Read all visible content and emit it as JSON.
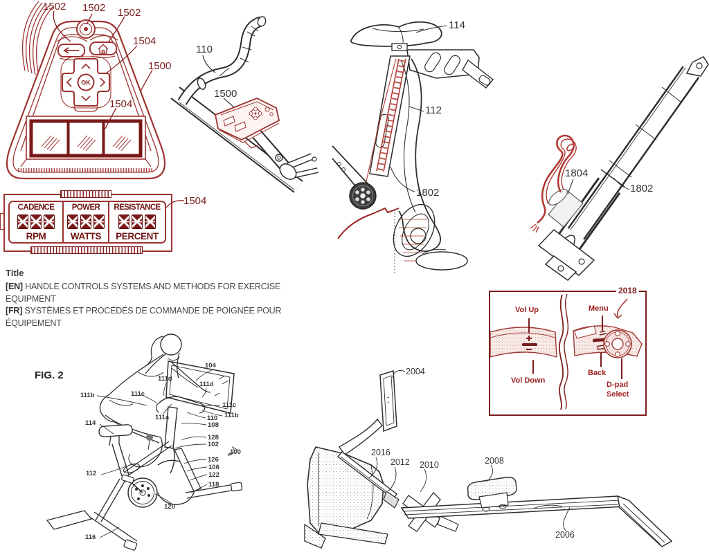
{
  "page": {
    "background": "#ffffff"
  },
  "colors": {
    "red_line": "#9c3330",
    "red_dark": "#7a1f1f",
    "crimson_text": "#a02020",
    "black_line": "#2e2e2e",
    "label_text": "#343434",
    "title_text": "#474747"
  },
  "figures": {
    "controller": {
      "labels": [
        "1502",
        "1502",
        "1502",
        "1504",
        "1500",
        "1504"
      ],
      "ok": "OK"
    },
    "display": {
      "label": "1504",
      "sections": [
        {
          "top": "CADENCE",
          "bottom": "RPM"
        },
        {
          "top": "POWER",
          "bottom": "WATTS"
        },
        {
          "top": "RESISTANCE",
          "bottom": "PERCENT"
        }
      ]
    },
    "handlebar": {
      "labels": [
        "110",
        "1500"
      ]
    },
    "seatpost": {
      "labels": [
        "114",
        "112",
        "1802"
      ]
    },
    "actuator": {
      "labels": [
        "1804",
        "1802"
      ]
    },
    "fig2": {
      "caption": "FIG. 2",
      "labels": [
        "104",
        "111d",
        "111d",
        "111b",
        "111c",
        "111a",
        "111c",
        "111b",
        "110",
        "108",
        "128",
        "102",
        "100",
        "126",
        "106",
        "122",
        "118",
        "120",
        "114",
        "112",
        "116"
      ]
    },
    "rower": {
      "labels": [
        "2004",
        "2016",
        "2012",
        "2010",
        "2008",
        "2006"
      ]
    },
    "control_box": {
      "label": "2018",
      "vol_up": "Vol Up",
      "vol_down": "Vol Down",
      "menu": "Menu",
      "back": "Back",
      "dpad_line1": "D-pad",
      "dpad_line2": "Select"
    }
  },
  "title_block": {
    "heading": "Title",
    "en_tag": "[EN]",
    "en_text": "HANDLE CONTROLS SYSTEMS AND METHODS FOR EXERCISE EQUIPMENT",
    "fr_tag": "[FR]",
    "fr_text": "SYSTÈMES ET PROCÉDÉS DE COMMANDE DE POIGNÉE POUR ÉQUIPEMENT"
  }
}
